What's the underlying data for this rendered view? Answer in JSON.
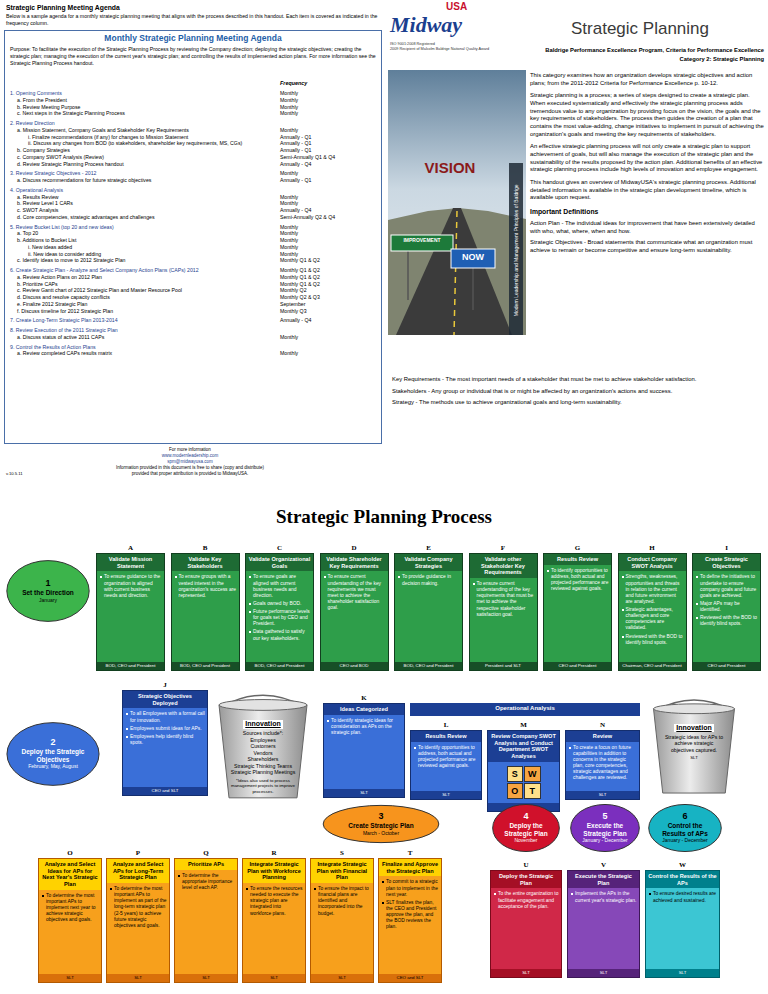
{
  "diagram": {
    "title": "Strategic Planning Process",
    "nodes": [
      {
        "text": [
          "1",
          "Set the Direction",
          "January"
        ]
      },
      {
        "text": [
          "A",
          "Validate Mission Statement",
          "To ensure guidance to the organization is aligned with current business needs and direction.",
          "BOD, CEO and President"
        ]
      },
      {
        "text": [
          "B",
          "Validate Key Stakeholders",
          "To ensure groups with a vested interest in the organization's success are represented.",
          "BOD, CEO and President"
        ]
      },
      {
        "text": [
          "C",
          "Validate Organizational Goals",
          "To ensure goals are aligned with current business needs and direction.",
          "Goals owned by BOD.",
          "Future performance levels for goals set by CEO and President.",
          "Data gathered to satisfy our key stakeholders.",
          "BOD, CEO and President"
        ]
      },
      {
        "text": [
          "D",
          "Validate Shareholder Key Requirements",
          "To ensure current understanding of the key requirements we must meet to achieve the shareholder satisfaction goal.",
          "CEO and BOD"
        ]
      },
      {
        "text": [
          "E",
          "Validate Company Strategies",
          "To provide guidance in decision making.",
          "BOD, CEO and President"
        ]
      },
      {
        "text": [
          "F",
          "Validate other Stakeholder Key Requirements",
          "To ensure current understanding of the key requirements that must be met to achieve the respective stakeholder satisfaction goal.",
          "President and SLT"
        ]
      },
      {
        "text": [
          "G",
          "Results Review",
          "To identify opportunities to address, both actual and projected performance are reviewed against goals.",
          "CEO and President"
        ]
      },
      {
        "text": [
          "H",
          "Conduct Company SWOT Analysis",
          "Strengths, weaknesses, opportunities and threats in relation to the current and future environment are analyzed.",
          "Strategic advantages, challenges and core competencies are validated.",
          "Reviewed with the BOD to identify blind spots.",
          "Chairman, CEO and President"
        ]
      },
      {
        "text": [
          "I",
          "Create Strategic Objectives",
          "To define the initiatives to undertake to ensure company goals and future goals are achieved.",
          "Major APs may be identified.",
          "Reviewed with the BOD to identify blind spots.",
          "CEO and President"
        ]
      },
      {
        "text": [
          "2",
          "Deploy the Strategic Objectives",
          "February, May, August"
        ]
      },
      {
        "text": [
          "J",
          "Strategic Objectives Deployed",
          "To all Employees with a formal call for innovation.",
          "Employees submit ideas for APs.",
          "Employees help identify blind spots.",
          "CEO and SLT"
        ]
      },
      {
        "text": [
          "Innovation",
          "Sources include*:",
          "Employees",
          "Customers",
          "Vendors",
          "Shareholders",
          "Strategic Thinking Teams",
          "Strategic Planning Meetings",
          "*Ideas also used to process management projects to improve processes."
        ]
      },
      {
        "text": [
          "K",
          "Ideas Categorized",
          "To identify strategic ideas for consideration as APs on the strategic plan.",
          "SLT"
        ]
      },
      {
        "text": [
          "Operational Analysis"
        ]
      },
      {
        "text": [
          "L",
          "Results Review",
          "To identify opportunities to address, both actual and projected performance are reviewed against goals.",
          "SLT"
        ]
      },
      {
        "text": [
          "M",
          "Review Company SWOT Analysis and Conduct Department SWOT Analyses",
          "S",
          "W",
          "O",
          "T",
          "SLT"
        ]
      },
      {
        "text": [
          "N",
          "Review",
          "To create a focus on future capabilities in addition to concerns in the strategic plan, core competencies, strategic advantages and challenges are reviewed.",
          "SLT"
        ]
      },
      {
        "text": [
          "Innovation",
          "Strategic ideas for APs to achieve strategic objectives captured.",
          "SLT"
        ]
      },
      {
        "text": [
          "3",
          "Create Strategic Plan",
          "March - October"
        ]
      },
      {
        "text": [
          "4",
          "Deploy the Strategic Plan",
          "November"
        ]
      },
      {
        "text": [
          "5",
          "Execute the Strategic Plan",
          "January - December"
        ]
      },
      {
        "text": [
          "6",
          "Control the Results of APs",
          "January - December"
        ]
      },
      {
        "text": [
          "O",
          "Analyze and Select Ideas for APs for Next Year's Strategic Plan",
          "To determine the most important APs to implement next year to achieve strategic objectives and goals.",
          "SLT"
        ]
      },
      {
        "text": [
          "P",
          "Analyze and Select APs for Long-Term Strategic Plan",
          "To determine the most important APs to implement as part of the long-term strategic plan (2-5 years) to achieve future strategic objectives and goals.",
          "SLT"
        ]
      },
      {
        "text": [
          "Q",
          "Prioritize APs",
          "To determine the appropriate importance level of each AP.",
          "SLT"
        ]
      },
      {
        "text": [
          "R",
          "Integrate Strategic Plan with Workforce Planning",
          "To ensure the resources needed to execute the strategic plan are integrated into workforce plans.",
          "SLT"
        ]
      },
      {
        "text": [
          "S",
          "Integrate Strategic Plan with Financial Plan",
          "To ensure the impact to financial plans are identified and incorporated into the budget.",
          "SLT"
        ]
      },
      {
        "text": [
          "T",
          "Finalize and Approve the Strategic Plan",
          "To commit to a strategic plan to implement in the next year.",
          "SLT finalizes the plan, the CEO and President approve the plan, and the BOD reviews the plan.",
          "CEO and SLT"
        ]
      },
      {
        "text": [
          "U",
          "Deploy the Strategic Plan",
          "To the entire organization to facilitate engagement and acceptance of the plan.",
          "SLT"
        ]
      },
      {
        "text": [
          "V",
          "Execute the Strategic Plan",
          "Implement the APs in the current year's strategic plan.",
          "SLT"
        ]
      },
      {
        "text": [
          "W",
          "Control the Results of the APs",
          "To ensure desired results are achieved and sustained.",
          "SLT"
        ]
      }
    ],
    "labels": [
      "Strategic Planning Meeting Agenda",
      "Below is a sample agenda for a monthly strategic planning meeting that aligns with the process described in this handout. Each item is covered as indicated in the frequency column.",
      "Monthly Strategic Planning Meeting Agenda",
      "Purpose: To facilitate the execution of the Strategic Planning Process by reviewing the Company direction; deploying the strategic objectives; creating the strategic plan; managing the execution of the current year's strategic plan; and controlling the results of implemented action plans. For more information see the Strategic Planning Process handout.",
      "Frequency",
      "1. Opening Comments",
      "Monthly",
      "a. From the President",
      "Monthly",
      "b. Review Meeting Purpose",
      "Monthly",
      "c. Next steps in the Strategic Planning Process",
      "Monthly",
      "2. Review Direction",
      "a. Mission Statement, Company Goals and Stakeholder Key Requirements",
      "Monthly",
      "i. Finalize recommendations (if any) for changes to Mission Statement",
      "Annually - Q1",
      "ii. Discuss any changes from BOD (to stakeholders, shareholder key requirements, MS, CGs)",
      "Annually - Q1",
      "b. Company Strategies",
      "Annually - Q1",
      "c. Company SWOT Analysis (Review)",
      "Semi-Annually Q1 & Q4",
      "d. Review Strategic Planning Process handout",
      "Annually - Q4",
      "3. Review Strategic Objectives - 2012",
      "Monthly",
      "a. Discuss recommendations for future strategic objectives",
      "Annually - Q1",
      "4. Operational Analysis",
      "a. Results Review",
      "Monthly",
      "b. Review Level 1 CARs",
      "Monthly",
      "c. SWOT Analysis",
      "Annually - Q4",
      "d. Core competencies, strategic advantages and challenges",
      "Semi-Annually Q2 & Q4",
      "5. Review Bucket List (top 20 and new ideas)",
      "Monthly",
      "a. Top 20",
      "Monthly",
      "b. Additions to Bucket List",
      "Monthly",
      "i. New ideas added",
      "Monthly",
      "ii. New ideas to consider adding",
      "Monthly",
      "c. Identify ideas to move to 2012 Strategic Plan",
      "Monthly Q1 & Q2",
      "6. Create Strategic Plan - Analyze and Select Company Action Plans (CAPs) 2012",
      "Monthly Q1 & Q2",
      "a. Review Action Plans on 2012 Plan",
      "Monthly Q1 & Q2",
      "b. Prioritize CAPs",
      "Monthly Q1 & Q2",
      "c. Review Gantt chart of 2012 Strategic Plan and Master Resource Pool",
      "Monthly Q2",
      "d. Discuss and resolve capacity conflicts",
      "Monthly Q2 & Q3",
      "e. Finalize 2012 Strategic Plan",
      "September",
      "f. Discuss timeline for 2012 Strategic Plan",
      "Monthly Q3",
      "7. Create Long-Term Strategic Plan 2013-2014",
      "Annually - Q4",
      "8. Review Execution of the 2011 Strategic Plan",
      "a. Discuss status of active 2011 CAPs",
      "Monthly",
      "9. Control the Results of Action Plans",
      "a. Review completed CAPs results matrix",
      "Monthly",
      "For more information",
      "www.modernleadership.com",
      "spm@midwayusa.com",
      "Information provided in this document is free to share (copy and distribute)",
      "provided that proper attribution is provided to MidwayUSA.",
      "v.10.5.11",
      "Midway",
      "USA",
      "ISO 9001:2008 Registered",
      "2009 Recipient of Malcolm Baldrige National Quality Award",
      "Strategic Planning",
      "Baldrige Performance Excellence Program, Criteria for Performance Excellence",
      "Category 2: Strategic Planning",
      "VISION",
      "IMPROVEMENT",
      "NOW",
      "Modern Leadership and Management Principles of Baldrige",
      "This category examines how an organization develops strategic objectives and action plans; from the 2011-2012 Criteria for Performance Excellence p. 10-12.",
      "Strategic planning is a process; a series of steps designed to create a strategic plan. When executed systematically and effectively the strategic planning process adds tremendous value to any organization by providing focus on the vision, the goals and the key requirements of stakeholders. The process then guides the creation of a plan that contains the most value-adding, change initiatives to implement in pursuit of achieving the organization's goals and meeting the key requirements of stakeholders.",
      "An effective strategic planning process will not only create a strategic plan to support achievement of goals, but will also manage the execution of the strategic plan and the sustainability of the results proposed by the action plan. Additional benefits of an effective strategic planning process include high levels of innovation and employee engagement.",
      "This handout gives an overview of MidwayUSA's strategic planning process. Additional detailed information is available in the strategic plan development timeline, which is available upon request.",
      "Important Definitions",
      "Action Plan - The individual ideas for improvement that have been extensively detailed with who, what, where, when and how.",
      "Strategic Objectives - Broad statements that communicate what an organization must achieve to remain or become competitive and ensure long-term sustainability.",
      "Key Requirements - The most important needs of a stakeholder that must be met to achieve stakeholder satisfaction.",
      "Stakeholders - Any group or individual that is or might be affected by an organization's actions and success.",
      "Strategy - The methods use to achieve organizational goals and long-term sustainability."
    ]
  }
}
